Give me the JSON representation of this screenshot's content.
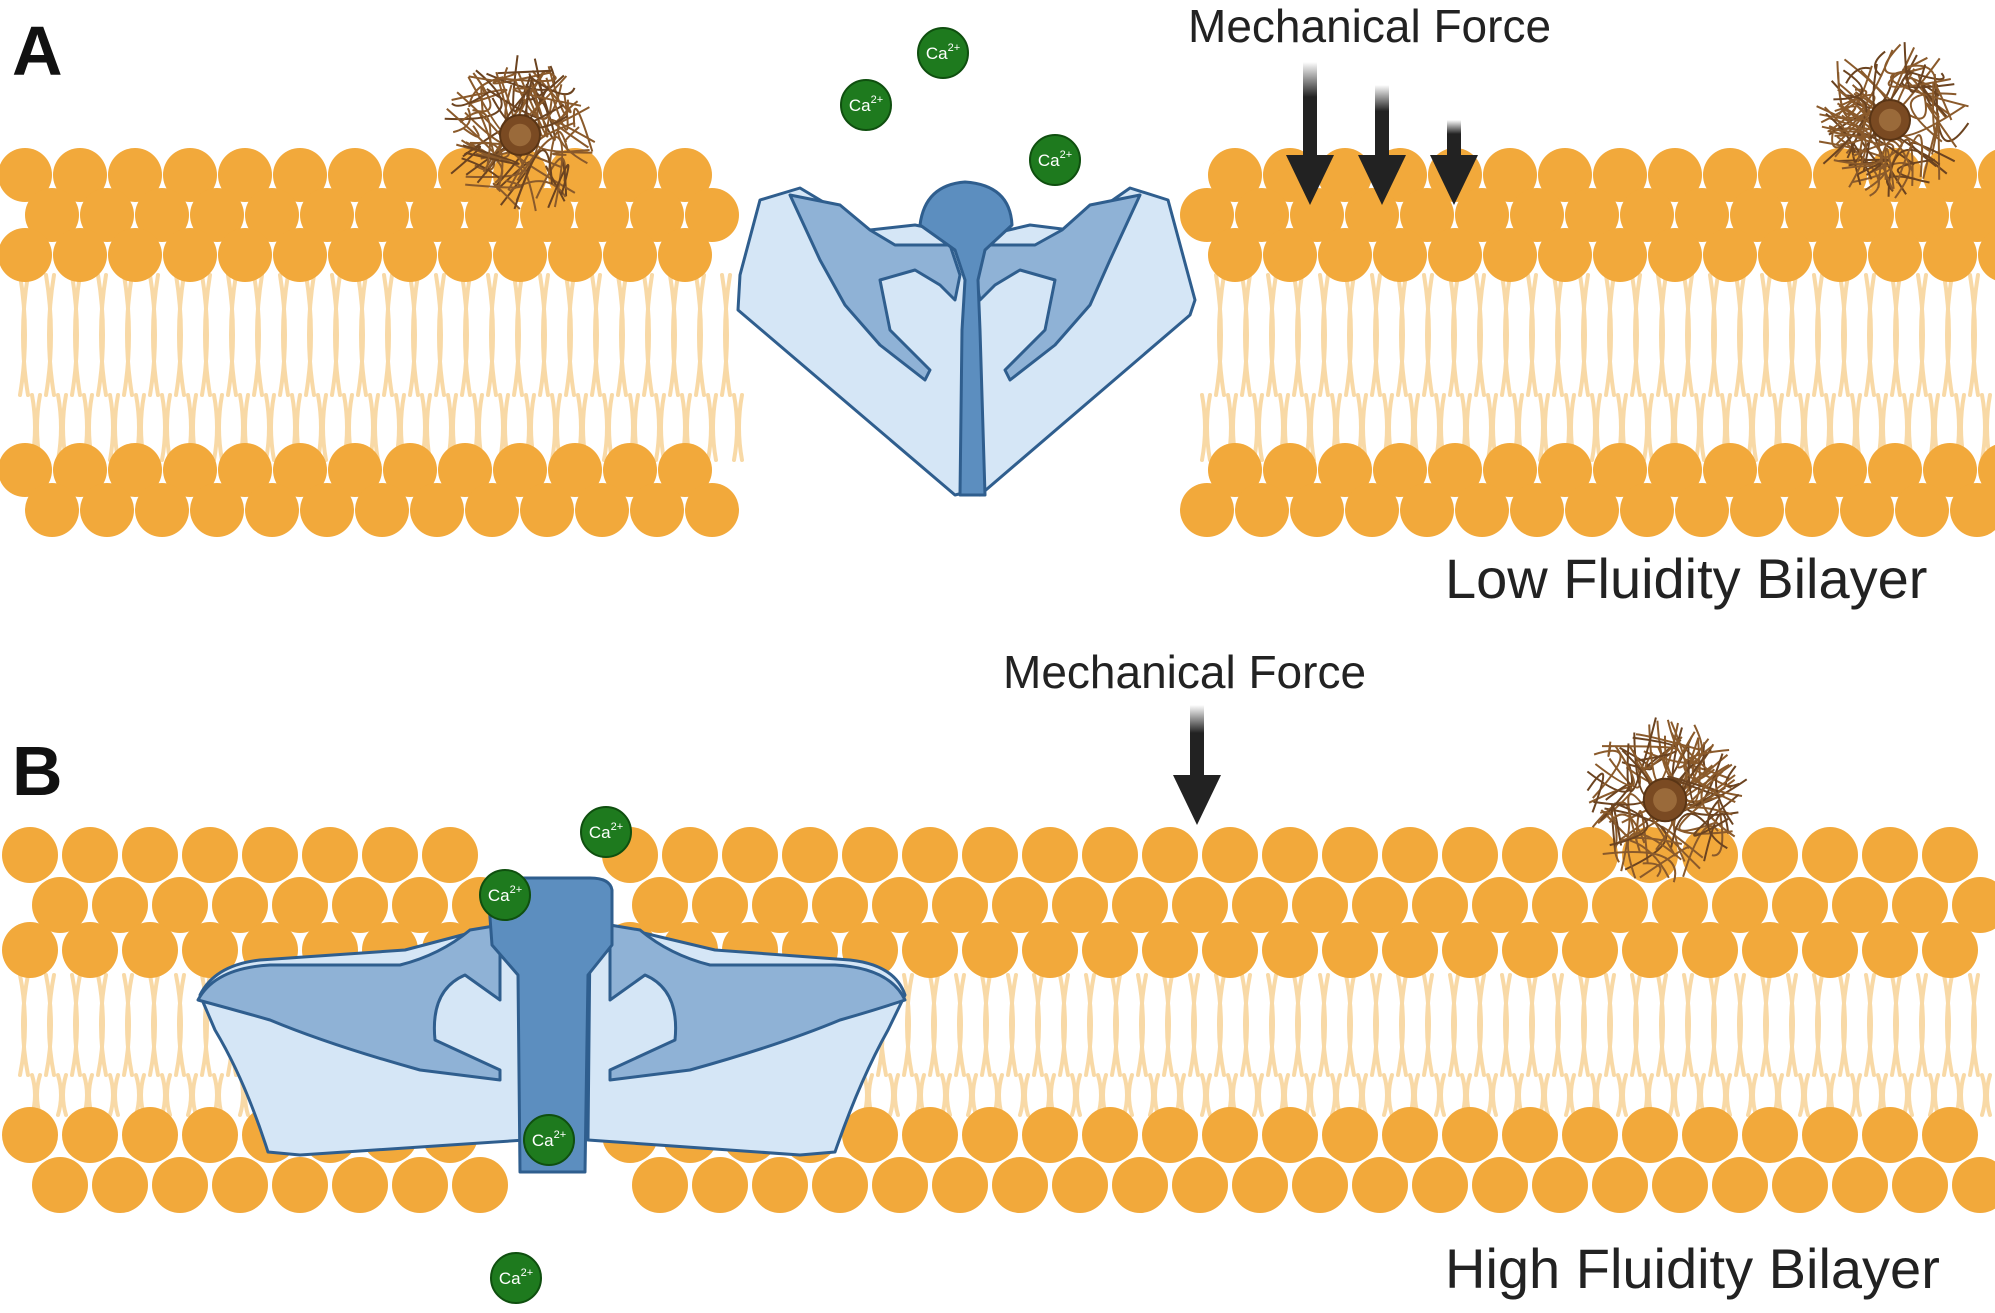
{
  "panels": [
    {
      "letter": "A",
      "force_label": "Mechanical Force",
      "bilayer_label": "Low Fluidity Bilayer"
    },
    {
      "letter": "B",
      "force_label": "Mechanical Force",
      "bilayer_label": "High Fluidity Bilayer"
    }
  ],
  "ion": {
    "label": "Ca",
    "charge": "2+"
  },
  "colors": {
    "lipid_head": "#F2A93B",
    "lipid_tail": "#F8D9A6",
    "channel_dark": "#5C8EBF",
    "channel_mid": "#8FB2D6",
    "channel_light": "#D5E6F6",
    "channel_outline": "#2F5E8E",
    "ion": "#1E7A1E",
    "arrow": "#222222",
    "fiber": "#8A5A2B"
  },
  "icons": [
    "lipid-head",
    "lipid-tail",
    "piezo-channel",
    "calcium-ion",
    "force-arrow",
    "fibrous-tangle"
  ]
}
